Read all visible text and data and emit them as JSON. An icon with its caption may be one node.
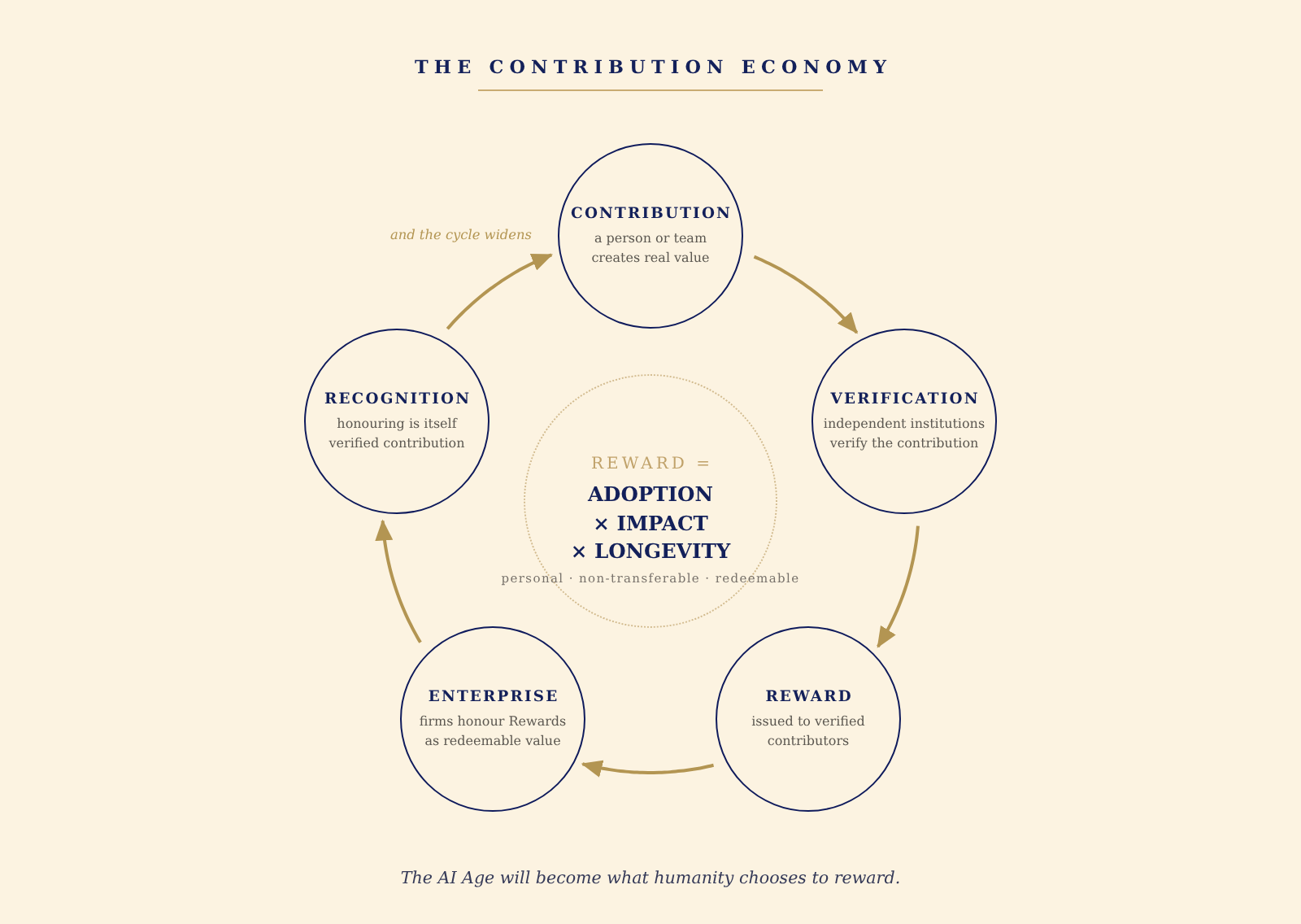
{
  "diagram": {
    "title": "THE CONTRIBUTION ECONOMY",
    "caption": "The AI Age will become what humanity chooses to reward.",
    "nodes": [
      {
        "text": [
          "CONTRIBUTION",
          "a person or team creates real value"
        ]
      },
      {
        "text": [
          "RECOGNITION",
          "honouring is itself verified contribution"
        ]
      },
      {
        "text": [
          "VERIFICATION",
          "independent institutions verify the contribution"
        ]
      },
      {
        "text": [
          "REWARD =",
          "ADOPTION × IMPACT × LONGEVITY",
          "personal · non-transferable · redeemable"
        ]
      },
      {
        "text": [
          "ENTERPRISE",
          "firms honour Rewards as redeemable value"
        ]
      },
      {
        "text": [
          "REWARD",
          "issued to verified contributors"
        ]
      }
    ],
    "edges": [
      {
        "from": 0,
        "to": 2,
        "arrow": "to"
      },
      {
        "from": 2,
        "to": 5,
        "arrow": "to"
      },
      {
        "from": 5,
        "to": 4,
        "arrow": "to"
      },
      {
        "from": 4,
        "to": 1,
        "arrow": "to"
      },
      {
        "from": 1,
        "to": 0,
        "arrow": "to",
        "label": "and the cycle widens"
      }
    ]
  }
}
